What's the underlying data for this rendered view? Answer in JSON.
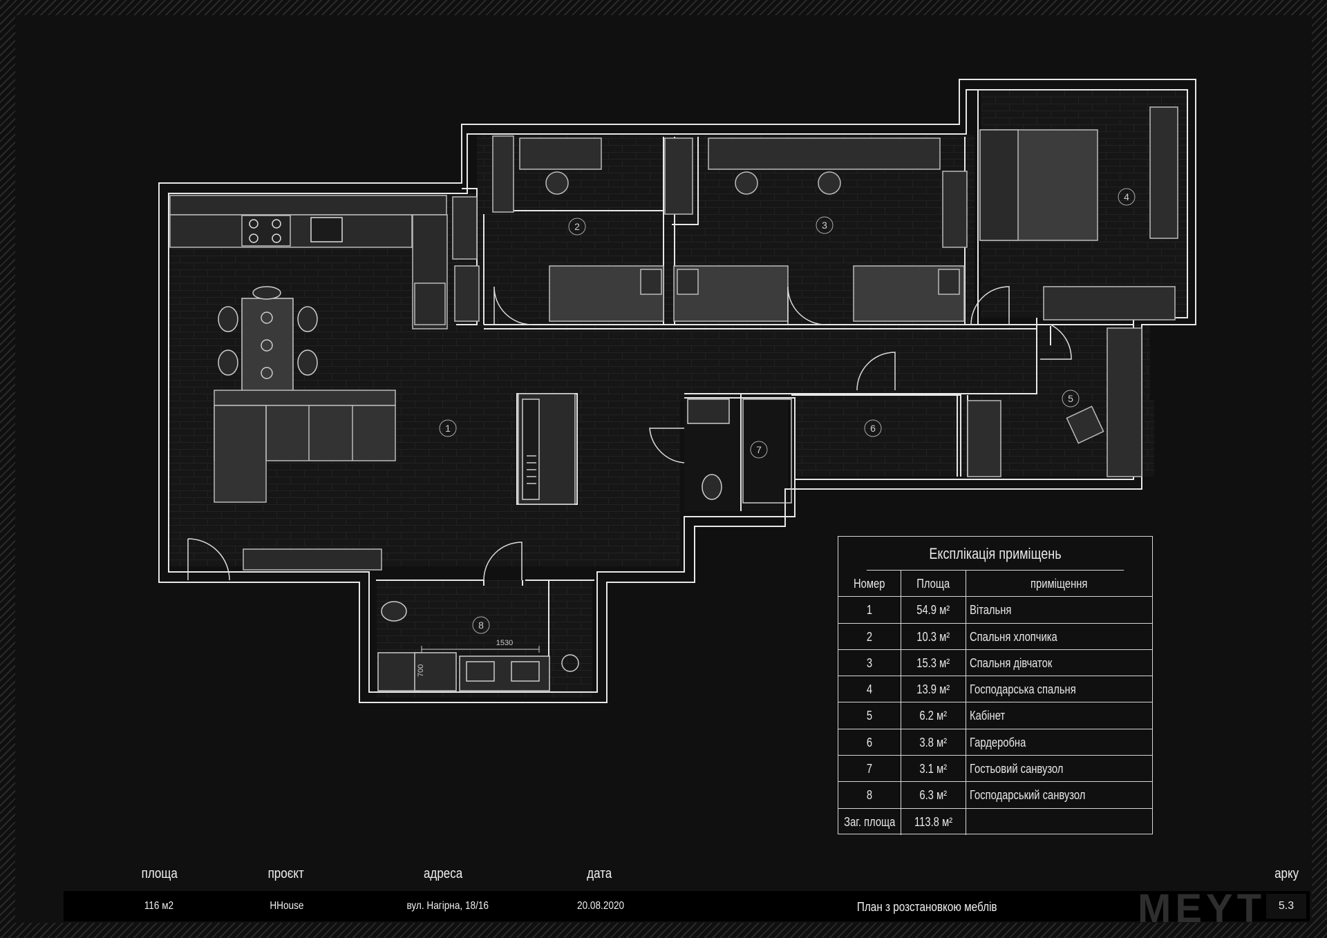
{
  "rooms": [
    {
      "num": "1"
    },
    {
      "num": "2"
    },
    {
      "num": "3"
    },
    {
      "num": "4"
    },
    {
      "num": "5"
    },
    {
      "num": "6"
    },
    {
      "num": "7"
    },
    {
      "num": "8"
    }
  ],
  "dimensions": {
    "width_label": "1530",
    "height_label": "700"
  },
  "explication": {
    "title": "Експлікація приміщень",
    "headers": {
      "num": "Номер",
      "area": "Площа",
      "room": "приміщення"
    },
    "rows": [
      {
        "num": "1",
        "area": "54.9 м²",
        "room": "Вітальня"
      },
      {
        "num": "2",
        "area": "10.3 м²",
        "room": "Спальня хлопчика"
      },
      {
        "num": "3",
        "area": "15.3 м²",
        "room": "Спальня дівчаток"
      },
      {
        "num": "4",
        "area": "13.9 м²",
        "room": "Господарська спальня"
      },
      {
        "num": "5",
        "area": "6.2 м²",
        "room": "Кабінет"
      },
      {
        "num": "6",
        "area": "3.8 м²",
        "room": "Гардеробна"
      },
      {
        "num": "7",
        "area": "3.1 м²",
        "room": "Гостьовий санвузол"
      },
      {
        "num": "8",
        "area": "6.3 м²",
        "room": "Господарський санвузол"
      }
    ],
    "total": {
      "label": "Заг. площа",
      "area": "113.8 м²"
    }
  },
  "title_block": {
    "labels": {
      "area": "площа",
      "project": "проєкт",
      "address": "адреса",
      "date": "дата",
      "sheet": "арку"
    },
    "values": {
      "area": "116 м2",
      "project": "HHouse",
      "address": "вул. Нагірна, 18/16",
      "date": "20.08.2020",
      "drawing": "План з розстановкою меблів",
      "sheet": "5.3"
    },
    "logo": "MEYT"
  }
}
